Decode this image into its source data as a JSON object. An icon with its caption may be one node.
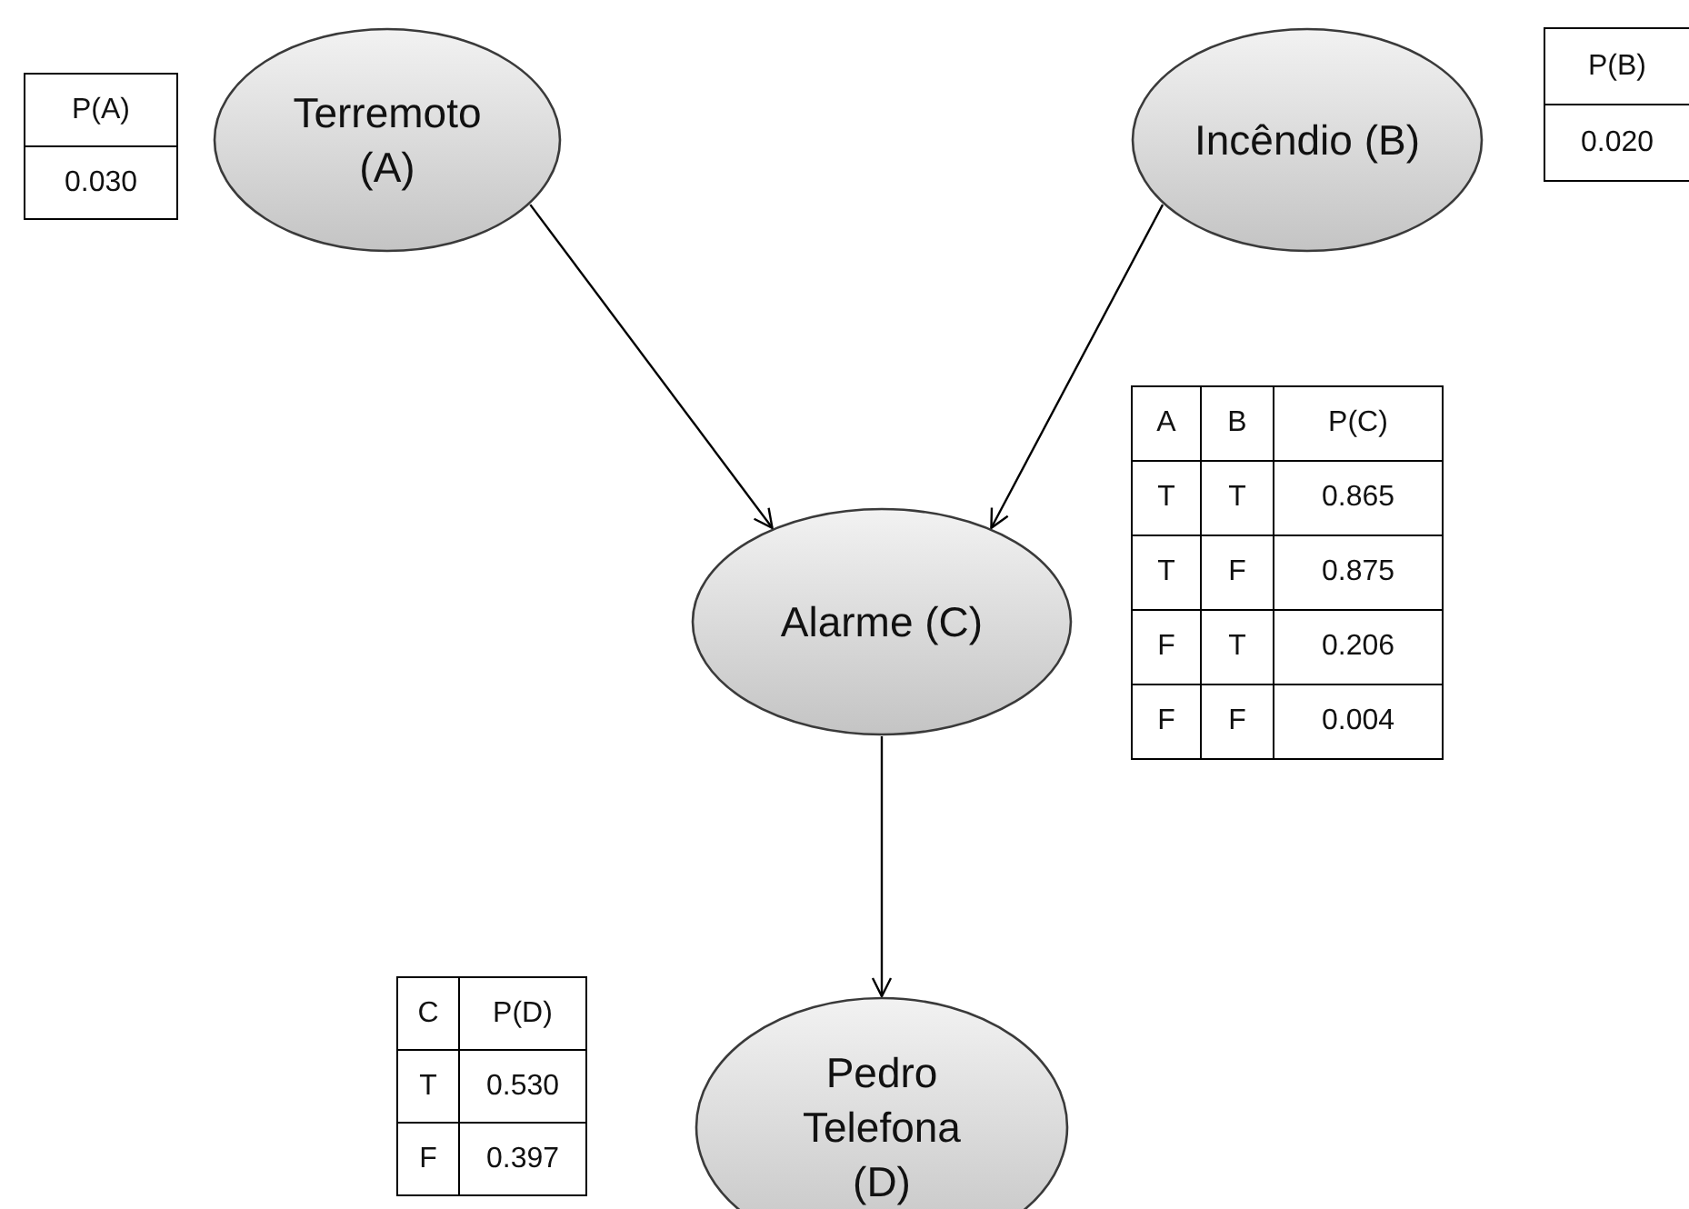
{
  "diagram": {
    "nodes": [
      {
        "text": [
          "Terremoto (A)"
        ]
      },
      {
        "text": [
          "Incêndio (B)"
        ]
      },
      {
        "text": [
          "Alarme (C)"
        ]
      },
      {
        "text": [
          "Pedro Telefona (D)"
        ]
      }
    ],
    "edges": [
      {
        "from": 0,
        "to": 2,
        "arrow": "to"
      },
      {
        "from": 1,
        "to": 2,
        "arrow": "to"
      },
      {
        "from": 2,
        "to": 3,
        "arrow": "to"
      }
    ],
    "labels": [
      "P(A)",
      "0.030",
      "P(B)",
      "0.020",
      "A",
      "B",
      "P(C)",
      "T",
      "T",
      "0.865",
      "T",
      "F",
      "0.875",
      "F",
      "T",
      "0.206",
      "F",
      "F",
      "0.004",
      "C",
      "P(D)",
      "T",
      "0.530",
      "F",
      "0.397"
    ]
  }
}
